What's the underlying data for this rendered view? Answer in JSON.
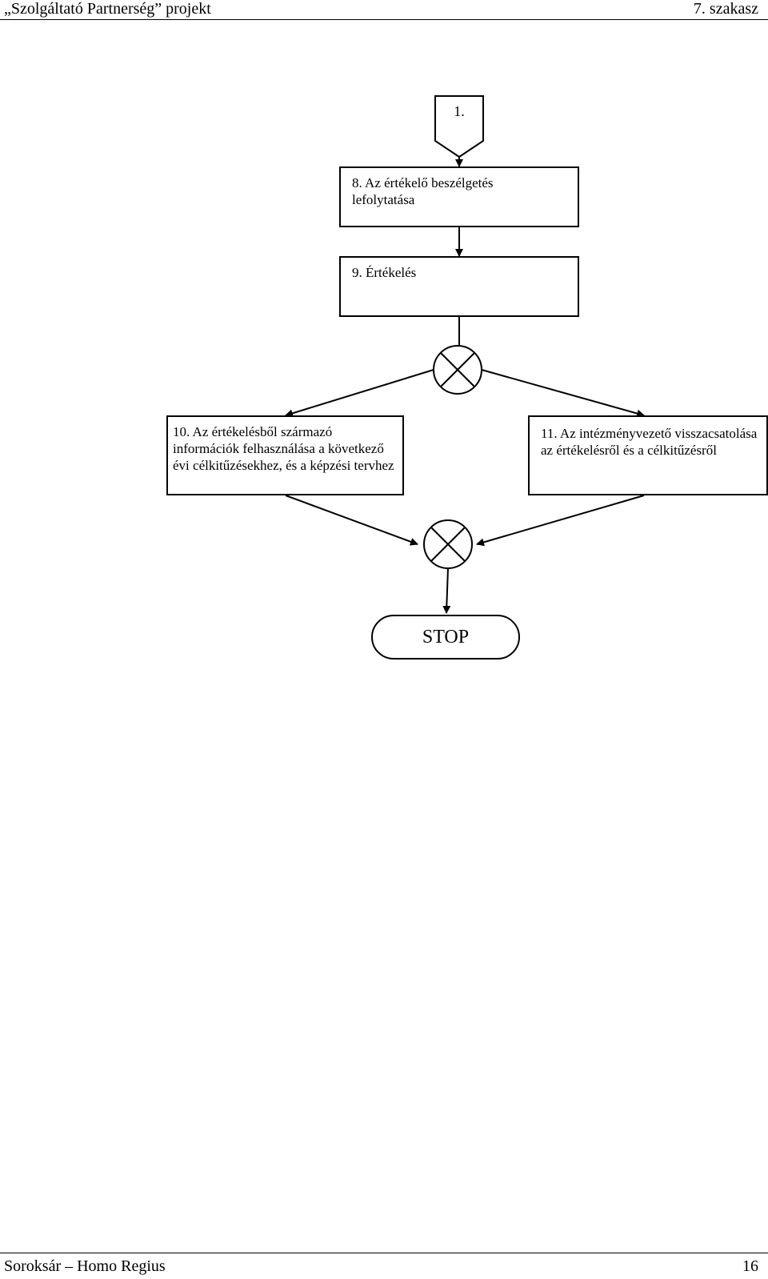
{
  "header": {
    "title": "„Szolgáltató Partnerség” projekt",
    "section": "7. szakasz"
  },
  "diagram": {
    "connector_start": "1.",
    "step8": "8. Az értékelő beszélgetés lefolytatása",
    "step9": "9. Értékelés",
    "step10": "10. Az értékelésből származó információk felhasználása a következő évi célkitűzésekhez, és a képzési tervhez",
    "step11": "11. Az intézményvezető visszacsatolása az értékelésről és a célkitűzésről",
    "stop": "STOP"
  },
  "footer": {
    "org": "Soroksár – Homo Regius",
    "page": "16"
  }
}
